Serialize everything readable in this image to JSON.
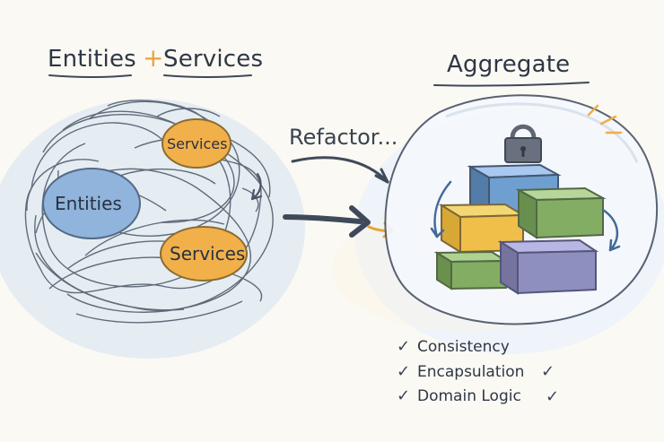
{
  "left_title": {
    "part1": "Entities",
    "plus": "+",
    "part2": "Services"
  },
  "right_title": "Aggregate",
  "nodes": {
    "entities": "Entities",
    "services_top": "Services",
    "services_bottom": "Services"
  },
  "arrow_label": "Refactor...",
  "checklist": [
    {
      "label": "Consistency"
    },
    {
      "label": "Encapsulation"
    },
    {
      "label": "Domain Logic"
    }
  ],
  "colors": {
    "ink": "#2f3744",
    "accent_orange": "#e6a43a",
    "entity_blue": "#8fb3d9",
    "service_orange": "#f1b04b",
    "block_blue": "#6f9fd1",
    "block_yellow": "#efbf4a",
    "block_green": "#83ad62",
    "block_purple": "#8f8fbf",
    "lock": "#5f6673"
  }
}
